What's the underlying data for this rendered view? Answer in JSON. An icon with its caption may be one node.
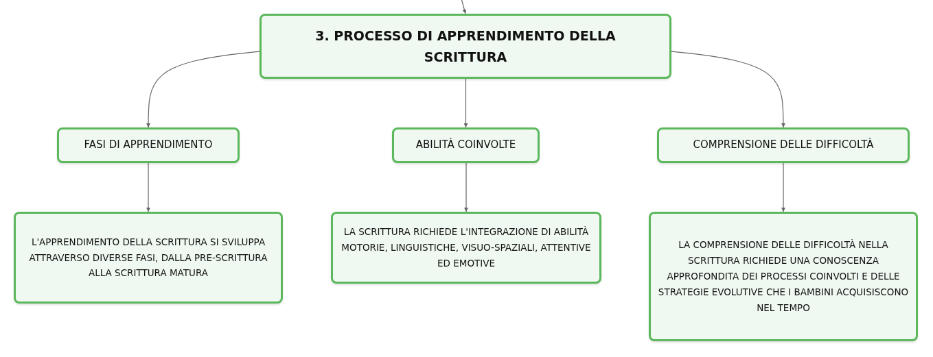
{
  "diagram": {
    "nodes": [
      {
        "text": [
          "3. PROCESSO DI APPRENDIMENTO DELLA SCRITTURA"
        ]
      },
      {
        "text": [
          "FASI DI APPRENDIMENTO"
        ]
      },
      {
        "text": [
          "ABILITÀ COINVOLTE"
        ]
      },
      {
        "text": [
          "COMPRENSIONE DELLE DIFFICOLTÀ"
        ]
      },
      {
        "text": [
          "L'APPRENDIMENTO DELLA SCRITTURA SI SVILUPPA ATTRAVERSO DIVERSE FASI, DALLA PRE-SCRITTURA ALLA SCRITTURA MATURA"
        ]
      },
      {
        "text": [
          "LA SCRITTURA RICHIEDE L'INTEGRAZIONE DI ABILITÀ MOTORIE, LINGUISTICHE, VISUO-SPAZIALI, ATTENTIVE ED EMOTIVE"
        ]
      },
      {
        "text": [
          "LA COMPRENSIONE DELLE DIFFICOLTÀ NELLA SCRITTURA RICHIEDE UNA CONOSCENZA APPROFONDITA DEI PROCESSI COINVOLTI E DELLE STRATEGIE EVOLUTIVE CHE I BAMBINI ACQUISISCONO NEL TEMPO"
        ]
      }
    ],
    "edges": [
      {
        "from": null,
        "to": 0,
        "arrow": "to"
      },
      {
        "from": 0,
        "to": 1,
        "arrow": "to"
      },
      {
        "from": 0,
        "to": 2,
        "arrow": "to"
      },
      {
        "from": 0,
        "to": 3,
        "arrow": "to"
      },
      {
        "from": 1,
        "to": 4,
        "arrow": "to"
      },
      {
        "from": 2,
        "to": 5,
        "arrow": "to"
      },
      {
        "from": 3,
        "to": 6,
        "arrow": "to"
      }
    ]
  }
}
